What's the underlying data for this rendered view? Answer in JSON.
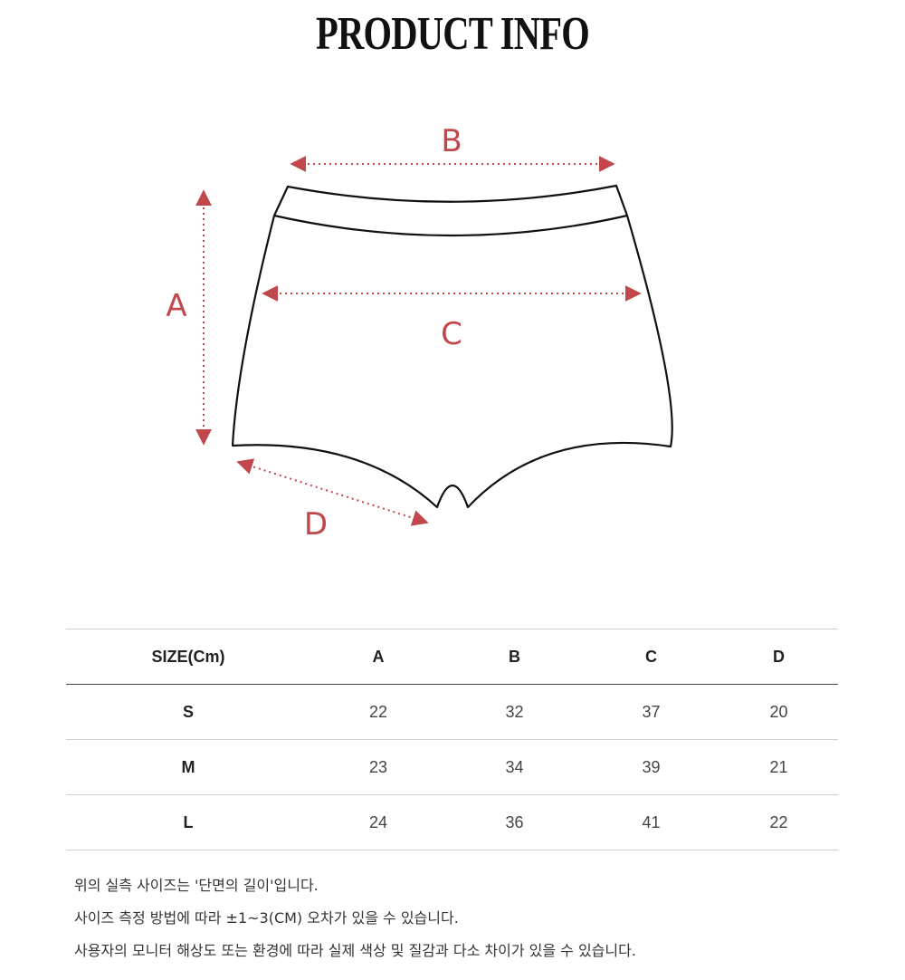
{
  "header": {
    "title": "PRODUCT INFO"
  },
  "diagram": {
    "labels": {
      "a": "A",
      "b": "B",
      "c": "C",
      "d": "D"
    },
    "accent_color": "#c0474b",
    "outline_color": "#111111"
  },
  "table": {
    "headers": [
      "SIZE(Cm)",
      "A",
      "B",
      "C",
      "D"
    ],
    "rows": [
      {
        "size": "S",
        "a": "22",
        "b": "32",
        "c": "37",
        "d": "20"
      },
      {
        "size": "M",
        "a": "23",
        "b": "34",
        "c": "39",
        "d": "21"
      },
      {
        "size": "L",
        "a": "24",
        "b": "36",
        "c": "41",
        "d": "22"
      }
    ]
  },
  "notes": [
    "위의 실측 사이즈는 '단면의 길이'입니다.",
    "사이즈 측정 방법에 따라 ±1~3(CM) 오차가 있을 수 있습니다.",
    "사용자의 모니터 해상도 또는 환경에 따라 실제 색상 및 질감과 다소 차이가 있을 수 있습니다."
  ]
}
